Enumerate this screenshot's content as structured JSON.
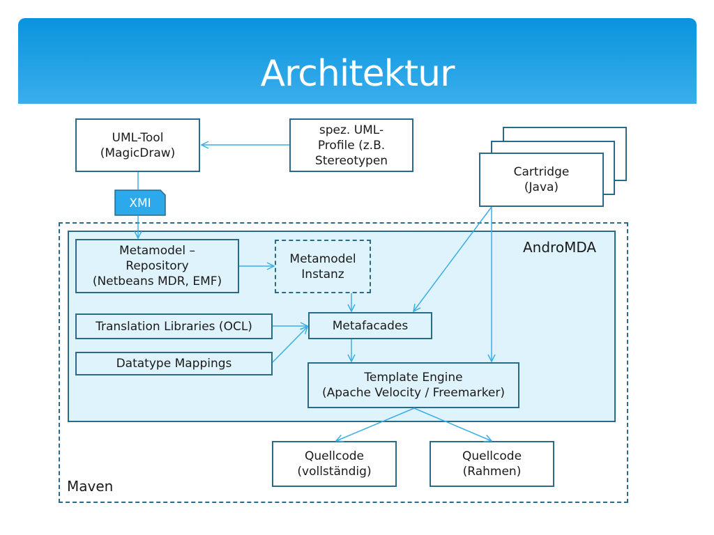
{
  "slide": {
    "title": "Architektur"
  },
  "containers": {
    "maven": "Maven",
    "andromda": "AndroMDA"
  },
  "nodes": {
    "uml_tool": "UML-Tool\n(MagicDraw)",
    "uml_profile": "spez. UML-\nProfile (z.B.\nStereotypen",
    "cartridge": "Cartridge\n(Java)",
    "xmi": "XMI",
    "metamodel_repository": "Metamodel –\nRepository\n(Netbeans MDR, EMF)",
    "metamodel_instance": "Metamodel\nInstanz",
    "translation_libraries": "Translation Libraries (OCL)",
    "datatype_mappings": "Datatype Mappings",
    "metafacades": "Metafacades",
    "template_engine": "Template Engine\n(Apache Velocity / Freemarker)",
    "source_complete": "Quellcode\n(vollständig)",
    "source_frame": "Quellcode\n(Rahmen)"
  },
  "edges": [
    {
      "from": "uml_profile",
      "to": "uml_tool"
    },
    {
      "from": "uml_tool",
      "to": "xmi"
    },
    {
      "from": "xmi",
      "to": "metamodel_repository"
    },
    {
      "from": "metamodel_repository",
      "to": "metamodel_instance"
    },
    {
      "from": "metamodel_instance",
      "to": "metafacades"
    },
    {
      "from": "translation_libraries",
      "to": "metafacades"
    },
    {
      "from": "datatype_mappings",
      "to": "metafacades"
    },
    {
      "from": "cartridge",
      "to": "metafacades"
    },
    {
      "from": "cartridge",
      "to": "template_engine"
    },
    {
      "from": "metafacades",
      "to": "template_engine"
    },
    {
      "from": "template_engine",
      "to": "source_complete"
    },
    {
      "from": "template_engine",
      "to": "source_frame"
    }
  ],
  "colors": {
    "header_top": "#0994de",
    "header_bottom": "#3aaeec",
    "arrow": "#3aaee6",
    "border": "#2a6a86",
    "container_fill": "#dff3fc"
  }
}
